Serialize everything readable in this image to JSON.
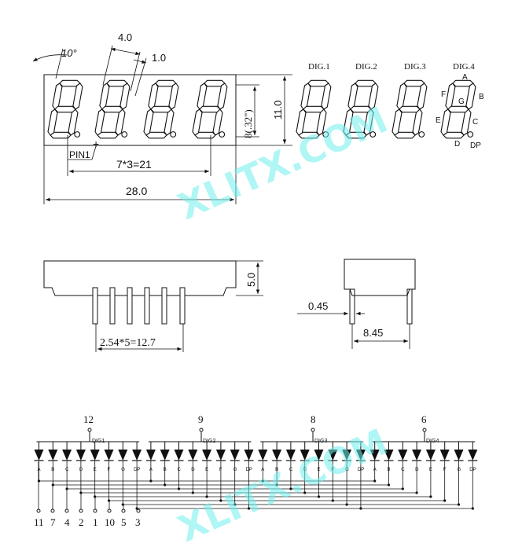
{
  "front_view": {
    "angle_label": "10°",
    "seg_width_label": "4.0",
    "seg_thick_label": "1.0",
    "height_label": "11.0",
    "digit_height_label": "8(.32\")",
    "pin1_label": "PIN1",
    "pitch_label": "7*3=21",
    "width_label": "28.0"
  },
  "digit_labels": [
    "DIG.1",
    "DIG.2",
    "DIG.3",
    "DIG.4"
  ],
  "segment_labels": {
    "a": "A",
    "b": "B",
    "c": "C",
    "d": "D",
    "e": "E",
    "f": "F",
    "g": "G",
    "dp": "DP"
  },
  "side_view": {
    "thickness_label": "5.0",
    "pin_pitch_label": "2.54*5=12.7",
    "pin_width_label": "0.45",
    "row_spacing_label": "8.45"
  },
  "circuit": {
    "common_pins": [
      "12",
      "9",
      "8",
      "6"
    ],
    "dig_names": [
      "DIG1",
      "DIG2",
      "DIG3",
      "DIG4"
    ],
    "segments": [
      "A",
      "B",
      "C",
      "D",
      "E",
      "F",
      "G",
      "DP"
    ],
    "bottom_pins": [
      "11",
      "7",
      "4",
      "2",
      "1",
      "10",
      "5",
      "3"
    ]
  },
  "watermark": "XLITX.COM"
}
